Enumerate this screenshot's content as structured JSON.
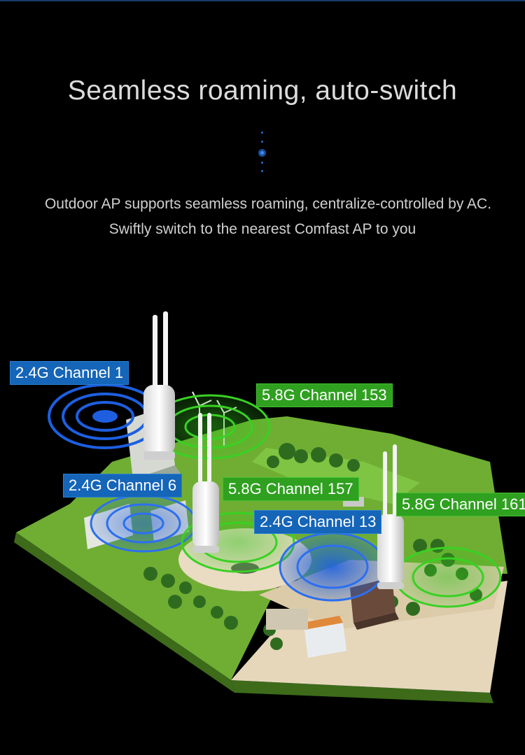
{
  "header": {
    "title": "Seamless roaming, auto-switch",
    "line1": "Outdoor AP supports seamless roaming, centralize-controlled by AC.",
    "line2": "Swiftly switch to the nearest Comfast AP to you"
  },
  "labels": {
    "ch1": "2.4G Channel 1",
    "ch153": "5.8G Channel 153",
    "ch6": "2.4G Channel 6",
    "ch157": "5.8G Channel 157",
    "ch13": "2.4G Channel 13",
    "ch161": "5.8G Channel 161"
  },
  "colors": {
    "blue_label": "#1565b8",
    "green_label": "#2fa01f",
    "ground": "#7cbd3a",
    "path": "#e9dcc2"
  }
}
